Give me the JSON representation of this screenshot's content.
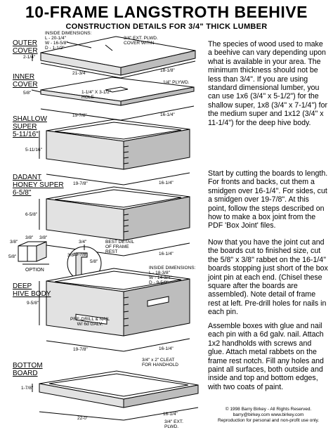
{
  "header": {
    "title": "10-FRAME LANGSTROTH BEEHIVE",
    "subtitle": "CONSTRUCTION DETAILS FOR 3/4\" THICK LUMBER"
  },
  "components": {
    "outer_cover": {
      "label_line1": "OUTER",
      "label_line2": "COVER",
      "inside_dims": [
        "INSIDE DIMENSIONS:",
        "L - 20-1/4\"",
        "W - 16-5/8\"",
        "D - 1-1/2\""
      ],
      "plywood_note": [
        "3/4\" EXT. PLWD.",
        "COVER WITIN"
      ],
      "height": "2-1/4\"",
      "length": "21-3/4\"",
      "width": "18-1/8\""
    },
    "inner_cover": {
      "label_line1": "INNER",
      "label_line2": "COVER",
      "plywood_note": "1/4\" PLYWD.",
      "hole_note": [
        "1-1/4\" X 3-1/2\"",
        "HOLE"
      ],
      "thickness": "5/8\"",
      "length": "19-7/8\"",
      "width": "16-1/4\""
    },
    "shallow_super": {
      "label_line1": "SHALLOW",
      "label_line2": "SUPER",
      "label_line3": "5-11/16\"",
      "height": "5-11/16\"",
      "length": "19-7/8\"",
      "width": "16-1/4\""
    },
    "dadant_super": {
      "label_line1": "DADANT",
      "label_line2": "HONEY SUPER",
      "label_line3": "6-5/8\"",
      "height": "6-5/8\"",
      "length": "19-7/8\"",
      "width": "16-1/4\""
    },
    "joint_detail": {
      "dims": [
        "3/8\"",
        "3/8\"",
        "3/8\"",
        "5/8\""
      ],
      "option_label": "OPTION"
    },
    "frame_rest": {
      "dims": [
        "3/4\"",
        "3/8\"",
        "5/8\""
      ],
      "note": [
        "BEST DETAIL",
        "OF FRAME",
        "REST"
      ]
    },
    "deep_body": {
      "label_line1": "DEEP",
      "label_line2": "HIVE BODY",
      "inside_dims": [
        "INSIDE DIMENSIONS:",
        "L - 18-3/8\"",
        "W - 14-3/4\"",
        "D - 9-5/8\""
      ],
      "drill_note": [
        "PRE-DRILL & NAIL",
        "W/ 6d GALV."
      ],
      "height": "9-5/8\"",
      "length": "19-7/8\"",
      "width": "16-1/4\"",
      "cleat_note": [
        "3/4\" x 2\" CLEAT",
        "FOR HANDHOLD"
      ]
    },
    "bottom_board": {
      "label_line1": "BOTTOM",
      "label_line2": "BOARD",
      "height": "1-7/8\"",
      "length": "22-0\"",
      "width": "16-1/4\"",
      "plywood_note": [
        "3/4\" EXT.",
        "PLWD."
      ]
    }
  },
  "instructions": {
    "p1": "The species of wood used to make a beehive can vary depending upon what is available in your area. The minimum thickness should not be less than 3/4\". If you are using standard dimensional lumber, you can use 1x6 (3/4\" x 5-1/2\") for the shallow super, 1x8 (3/4\" x 7-1/4\") for the medium super and 1x12 (3/4\" x 11-1/4\") for the deep hive body.",
    "p2": "Start by cutting the boards to length. For fronts and backs, cut them a smidgen over 16-1/4\". For sides, cut a smidgen over 19-7/8\". At this point, follow the steps described on how to make a box joint from the PDF 'Box Joint' files.",
    "p3": "Now that you have the joint cut and the boards cut to finished size, cut the 5/8\" x 3/8\" rabbet on the 16-1/4\" boards stopping just short of the box joint pin at each end. (Chisel these square after the boards are assembled). Note detail of frame rest at left. Pre-drill holes for nails in each pin.",
    "p4": "Assemble boxes with glue and nail each pin with a 6d galv. nail. Attach 1x2 handholds with screws and glue. Attach metal rabbets on the frame rest notch. Fill any holes and paint all surfaces, both outside and inside and top and bottom edges, with two coats of paint."
  },
  "footer": {
    "line1": "© 1998 Barry Birkey - All Rights Reserved.",
    "line2": "barry@birkey.com   www.birkey.com",
    "line3": "Reproduction for personal and non-profit use only."
  }
}
